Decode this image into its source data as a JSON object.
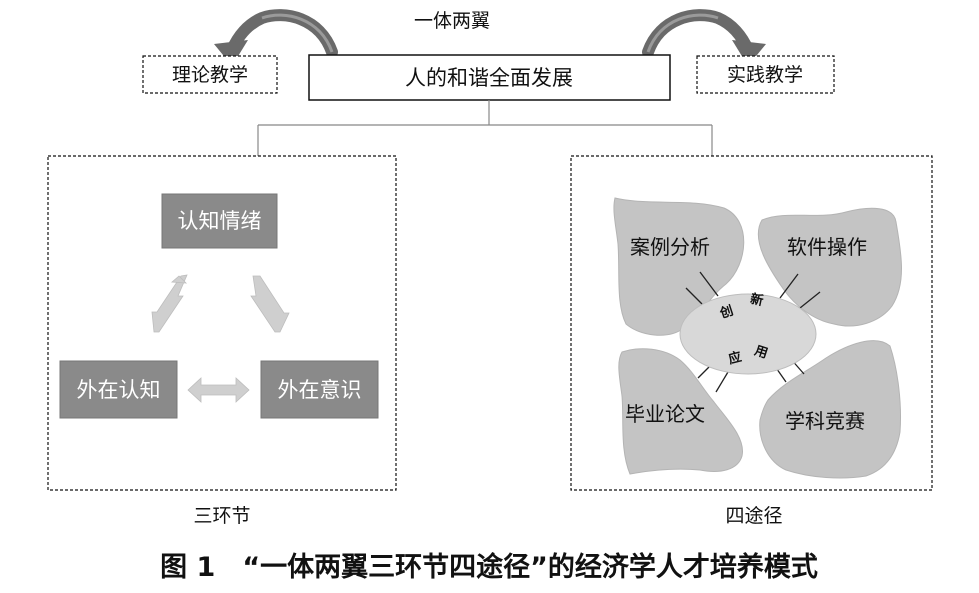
{
  "top": {
    "wing_title": "一体两翼",
    "center_box": "人的和谐全面发展",
    "left_wing": "理论教学",
    "right_wing": "实践教学"
  },
  "three_links": {
    "nodes": [
      "认知情绪",
      "外在认知",
      "外在意识"
    ],
    "caption": "三环节"
  },
  "four_paths": {
    "petals": [
      "案例分析",
      "软件操作",
      "毕业论文",
      "学科竞赛"
    ],
    "center_top": [
      "创",
      "新"
    ],
    "center_bottom": [
      "应",
      "用"
    ],
    "caption": "四途径"
  },
  "figure_caption": "图 1　“一体两翼三环节四途径”的经济学人才培养模式",
  "colors": {
    "node_fill": "#8a8a8a",
    "petal_fill": "#c4c4c4",
    "ellipse_fill": "#d8d8d8",
    "arrow_fill": "#cfcfcf",
    "curve_arrow": "#6a6a6a"
  }
}
